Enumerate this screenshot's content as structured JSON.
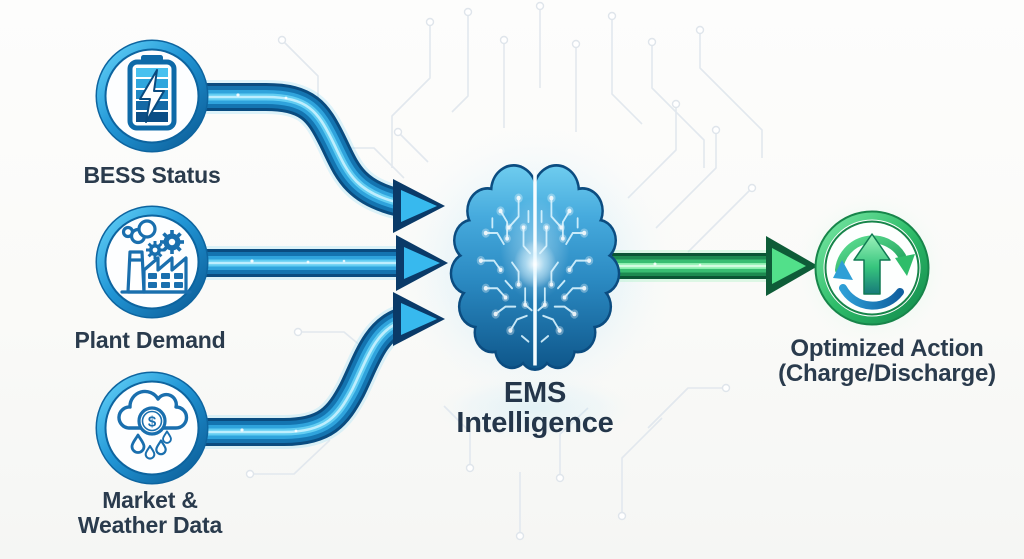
{
  "diagram": {
    "inputs": [
      {
        "id": "bess",
        "label": "BESS Status",
        "icon": "battery-icon"
      },
      {
        "id": "plant",
        "label": "Plant Demand",
        "icon": "factory-icon"
      },
      {
        "id": "market",
        "label_line1": "Market &",
        "label_line2": "Weather Data",
        "icon": "cloud-dollar-rain-icon"
      }
    ],
    "processor": {
      "label_line1": "EMS",
      "label_line2": "Intelligence",
      "icon": "circuit-brain-icon"
    },
    "output": {
      "label_line1": "Optimized Action",
      "label_line2": "(Charge/Discharge)",
      "icon": "charge-cycle-icon"
    },
    "icon_symbols": {
      "dollar": "$"
    },
    "colors": {
      "label_text": "#2a3b4d",
      "arrow_blue_dark": "#0a4c80",
      "arrow_blue_light": "#62cdf2",
      "arrowhead_navy": "#0a3a68",
      "arrowhead_cyan": "#37b9ee",
      "arrow_green_dark": "#0b5534",
      "arrow_green_light": "#8befae",
      "ring_blue": "#1273b5",
      "ring_green": "#2fbd6a",
      "brain_blue": "#2b8ac2",
      "background": "#fbfcfa"
    }
  }
}
